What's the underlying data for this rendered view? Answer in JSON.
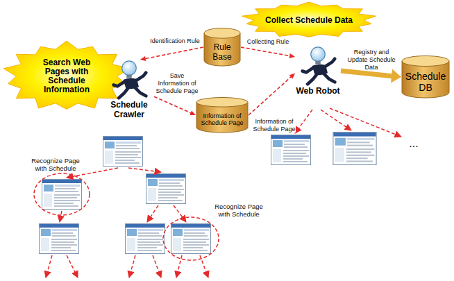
{
  "diagram": {
    "nodes": [
      {
        "text": [
          "Search Web Pages with Schedule Information"
        ]
      },
      {
        "text": [
          "Collect Schedule Data"
        ]
      },
      {
        "text": [
          "Rule Base"
        ]
      },
      {
        "text": [
          "Schedule Crawler"
        ]
      },
      {
        "text": [
          "Information of Schedule Page"
        ]
      },
      {
        "text": [
          "Web Robot"
        ]
      },
      {
        "text": [
          "Schedule DB"
        ]
      }
    ],
    "edges": [
      {
        "from": 2,
        "to": 3,
        "arrow": "to",
        "label": "Identification Rule"
      },
      {
        "from": 2,
        "to": 5,
        "arrow": "to",
        "label": "Collecting Rule"
      },
      {
        "from": 3,
        "to": 4,
        "arrow": "to",
        "label": "Save Information of Schedule Page"
      },
      {
        "from": 4,
        "to": 5,
        "arrow": "to",
        "label": "Information of Schedule Page"
      },
      {
        "from": 5,
        "to": 6,
        "arrow": "to",
        "label": "Registry and Update Schedule Data"
      }
    ],
    "labels": [
      "Recognize Page with Schedule",
      "Recognize Page with Schedule",
      "..."
    ]
  }
}
